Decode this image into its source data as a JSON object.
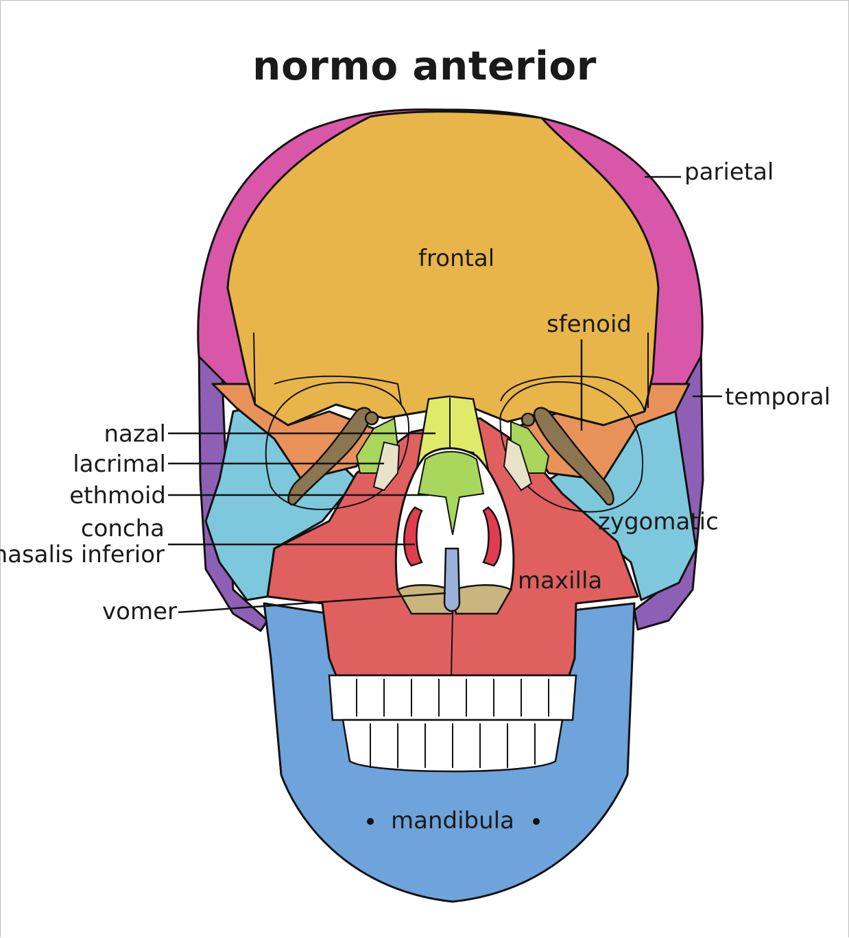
{
  "title": "normo anterior",
  "labels": {
    "parietal": "parietal",
    "frontal": "frontal",
    "sfenoid": "sfenoid",
    "temporal": "temporal",
    "nazal": "nazal",
    "lacrimal": "lacrimal",
    "ethmoid": "ethmoid",
    "concha": "concha",
    "nasalis_inferior": "nasalis inferior",
    "zygomatic": "zygomatic",
    "maxilla": "maxilla",
    "vomer": "vomer",
    "mandibula": "mandibula"
  },
  "colors": {
    "frontal": "#E8B54A",
    "parietal": "#D957A8",
    "temporal": "#8E60B5",
    "sphenoid": "#E8925A",
    "zygomatic": "#7DC8DC",
    "maxilla": "#E0605F",
    "nasal": "#DFEA6A",
    "ethmoid": "#A9D65C",
    "lacrimal": "#E8E2C8",
    "concha": "#E03D4F",
    "vomer": "#9AB1D9",
    "mandible": "#6EA3DB",
    "palatine": "#C9B57E",
    "orbit_bone": "#8C7651"
  }
}
